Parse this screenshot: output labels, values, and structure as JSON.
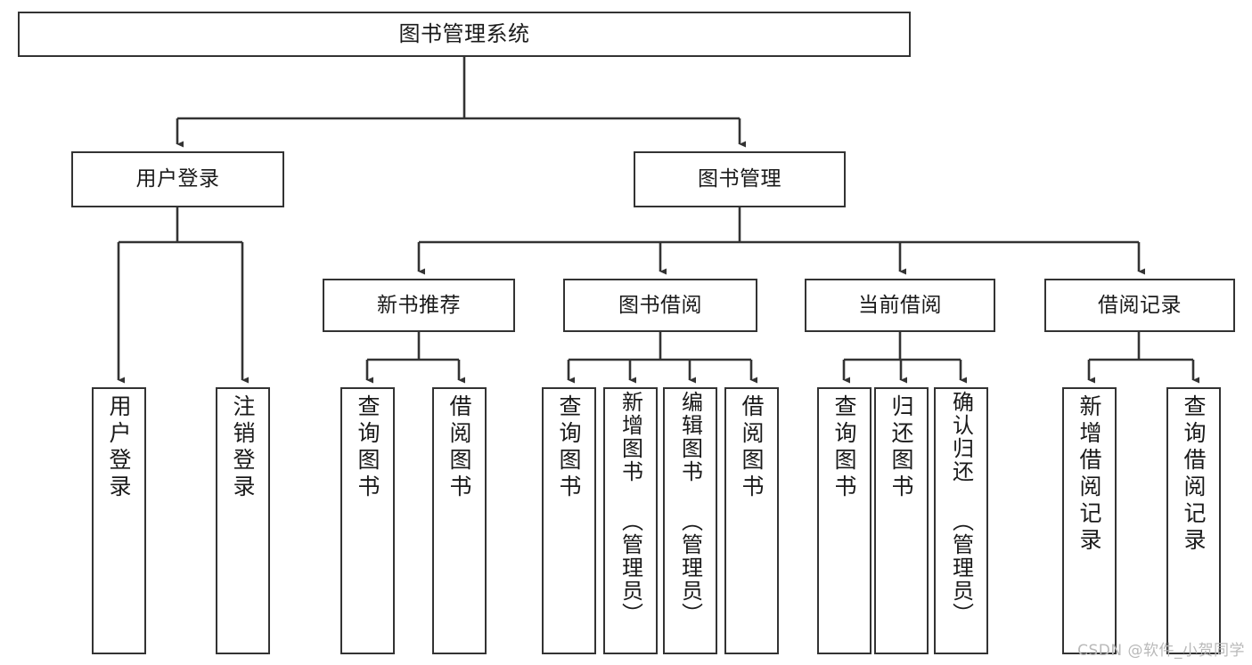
{
  "diagram": {
    "type": "tree",
    "title": "图书管理系统",
    "orientation": "top-down",
    "colors": {
      "box_border": "#333333",
      "box_fill": "#ffffff",
      "edge": "#333333",
      "text": "#1a1a1a",
      "watermark": "#b9b9b9",
      "background": "#ffffff"
    },
    "watermark": "CSDN @软件_小贺同学"
  },
  "nodes": {
    "root": {
      "label": "图书管理系统"
    },
    "level2": [
      {
        "id": "user-login",
        "label": "用户登录"
      },
      {
        "id": "book-manage",
        "label": "图书管理"
      }
    ],
    "level3": [
      {
        "id": "new-book-recommend",
        "label": "新书推荐"
      },
      {
        "id": "book-borrow",
        "label": "图书借阅"
      },
      {
        "id": "current-borrow",
        "label": "当前借阅"
      },
      {
        "id": "borrow-record",
        "label": "借阅记录"
      }
    ],
    "leaves": {
      "user-login": [
        {
          "id": "leaf-user-login",
          "label": "用户登录"
        },
        {
          "id": "leaf-logout",
          "label": "注销登录"
        }
      ],
      "new-book-recommend": [
        {
          "id": "leaf-query-book-1",
          "label": "查询图书"
        },
        {
          "id": "leaf-borrow-book-1",
          "label": "借阅图书"
        }
      ],
      "book-borrow": [
        {
          "id": "leaf-query-book-2",
          "label": "查询图书"
        },
        {
          "id": "leaf-add-book",
          "label": "新增图书\n（管理员）"
        },
        {
          "id": "leaf-edit-book",
          "label": "编辑图书\n（管理员）"
        },
        {
          "id": "leaf-borrow-book-2",
          "label": "借阅图书"
        }
      ],
      "current-borrow": [
        {
          "id": "leaf-query-book-3",
          "label": "查询图书"
        },
        {
          "id": "leaf-return-book",
          "label": "归还图书"
        },
        {
          "id": "leaf-confirm-return",
          "label": "确认归还\n（管理员）"
        }
      ],
      "borrow-record": [
        {
          "id": "leaf-add-record",
          "label": "新增借阅记录"
        },
        {
          "id": "leaf-query-record",
          "label": "查询借阅记录"
        }
      ]
    }
  }
}
